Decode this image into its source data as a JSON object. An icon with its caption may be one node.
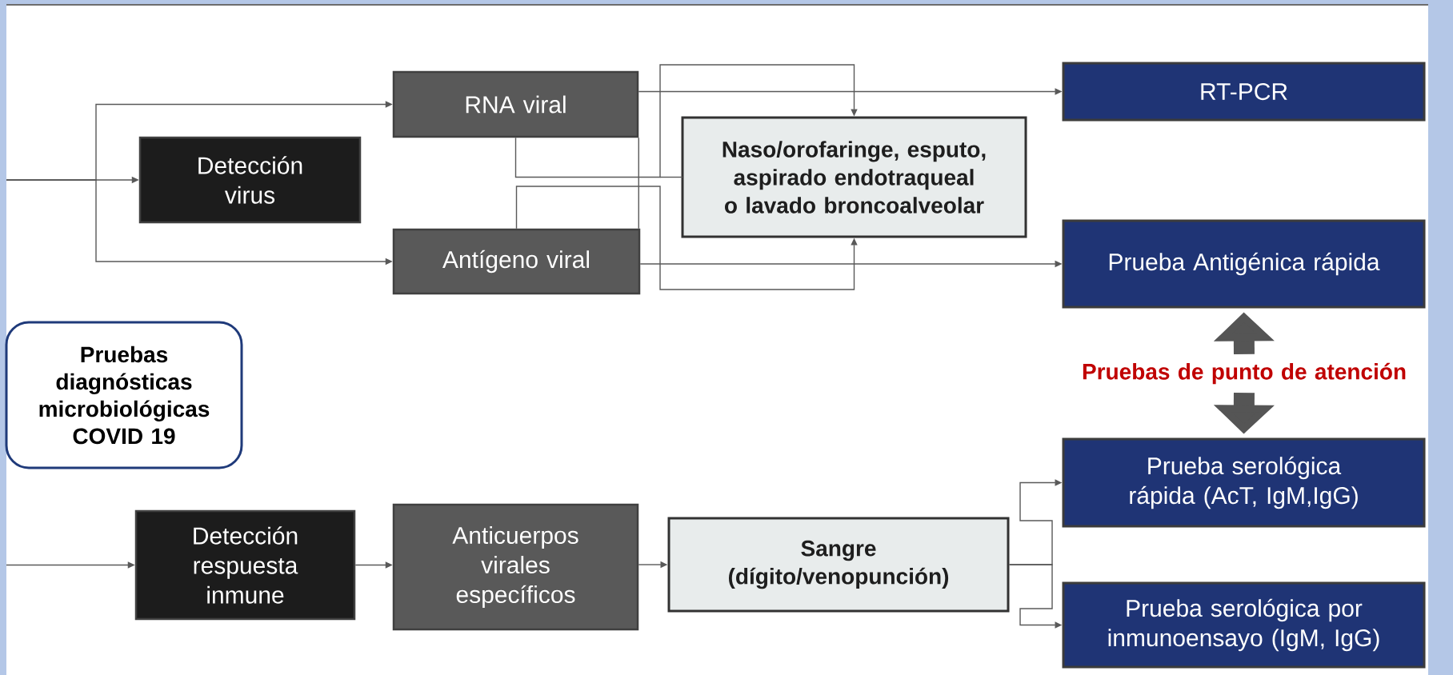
{
  "diagram": {
    "nodes": [
      {
        "text": [
          "Pruebas diagnósticas microbiológicas COVID 19"
        ]
      },
      {
        "text": [
          "Detección virus"
        ]
      },
      {
        "text": [
          "RNA viral"
        ]
      },
      {
        "text": [
          "Antígeno viral"
        ]
      },
      {
        "text": [
          "Naso/orofaringe, esputo, aspirado endotraqueal o lavado broncoalveolar"
        ]
      },
      {
        "text": [
          "RT-PCR"
        ]
      },
      {
        "text": [
          "Prueba Antigénica rápida"
        ]
      },
      {
        "text": [
          "Detección respuesta inmune"
        ]
      },
      {
        "text": [
          "Anticuerpos virales específicos"
        ]
      },
      {
        "text": [
          "Sangre (dígito/venopunción)"
        ]
      },
      {
        "text": [
          "Prueba serológica rápida (AcT, IgM,IgG)"
        ]
      },
      {
        "text": [
          "Prueba serológica por inmunoensayo (IgM, IgG)"
        ]
      },
      {
        "text": [
          "Pruebas de punto de atención"
        ]
      }
    ],
    "edges": [
      {
        "from": null,
        "to": 1,
        "arrow": "to"
      },
      {
        "from": null,
        "to": 2,
        "arrow": "to"
      },
      {
        "from": null,
        "to": 3,
        "arrow": "to"
      },
      {
        "from": 2,
        "to": 5,
        "arrow": "to"
      },
      {
        "from": 3,
        "to": 6,
        "arrow": "to"
      },
      {
        "from": 2,
        "to": 4,
        "arrow": "to"
      },
      {
        "from": 3,
        "to": 4,
        "arrow": "to"
      },
      {
        "from": 2,
        "to": 3,
        "arrow": "none"
      },
      {
        "from": null,
        "to": 7,
        "arrow": "to"
      },
      {
        "from": 7,
        "to": 8,
        "arrow": "to"
      },
      {
        "from": 8,
        "to": 9,
        "arrow": "to"
      },
      {
        "from": 9,
        "to": 10,
        "arrow": "to"
      },
      {
        "from": 9,
        "to": 11,
        "arrow": "to"
      },
      {
        "from": 12,
        "to": 6,
        "arrow": "to",
        "style": "thick"
      },
      {
        "from": 12,
        "to": 10,
        "arrow": "to",
        "style": "thick"
      }
    ]
  }
}
